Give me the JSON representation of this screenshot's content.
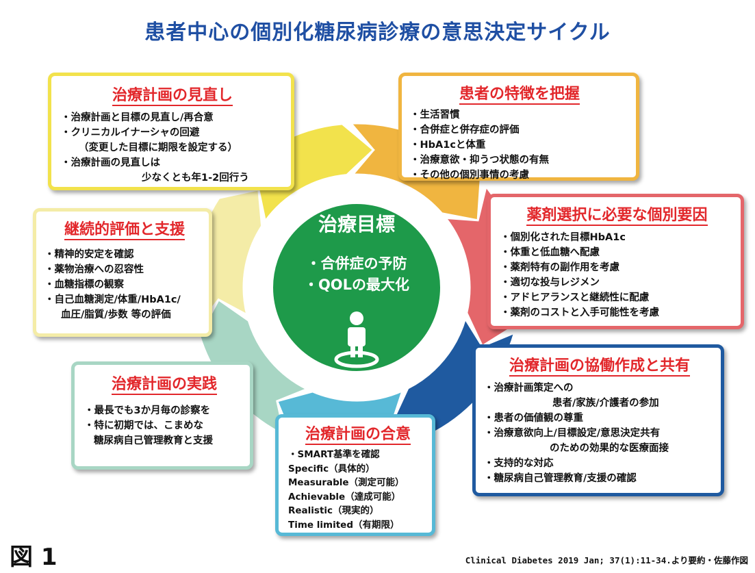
{
  "title": "患者中心の個別化糖尿病診療の意思決定サイクル",
  "center": {
    "heading": "治療目標",
    "items": [
      "・合併症の予防",
      "・QOLの最大化"
    ]
  },
  "boxes": {
    "review": {
      "heading": "治療計画の見直し",
      "items": [
        "・治療計画と目標の見直し/再合意",
        "・クリニカルイナーシャの回避",
        "（変更した目標に期限を設定する）",
        "・治療計画の見直しは",
        "少なくとも年1-2回行う"
      ]
    },
    "patient": {
      "heading": "患者の特徴を把握",
      "items": [
        "・生活習慣",
        "・合併症と併存症の評価",
        "・HbA1cと体重",
        "・治療意欲・抑うつ状態の有無",
        "・その他の個別事情の考慮"
      ]
    },
    "drug": {
      "heading": "薬剤選択に必要な個別要因",
      "items": [
        "・個別化された目標HbA1c",
        "・体重と低血糖へ配慮",
        "・薬剤特有の副作用を考慮",
        "・適切な投与レジメン",
        "・アドヒアランスと継続性に配慮",
        "・薬剤のコストと入手可能性を考慮"
      ]
    },
    "collab": {
      "heading": "治療計画の協働作成と共有",
      "items": [
        "・治療計画策定への",
        "患者/家族/介護者の参加",
        "・患者の価値観の尊重",
        "・治療意欲向上/目標設定/意思決定共有",
        "のための効果的な医療面接",
        "・支持的な対応",
        "・糖尿病自己管理教育/支援の確認"
      ]
    },
    "agree": {
      "heading": "治療計画の合意",
      "items": [
        "・SMART基準を確認",
        "Specific（具体的）",
        "Measurable（測定可能）",
        "Achievable（達成可能）",
        "Realistic（現実的）",
        "Time limited（有期限）"
      ]
    },
    "practice": {
      "heading": "治療計画の実践",
      "items": [
        "・最長でも3か月毎の診察を",
        "・特に初期では、こまめな",
        "糖尿病自己管理教育と支援"
      ]
    },
    "eval": {
      "heading": "継続的評価と支援",
      "items": [
        "・精神的安定を確認",
        "・薬物治療への忍容性",
        "・血糖指標の観察",
        "・自己血糖測定/体重/HbA1c/",
        "血圧/脂質/歩数 等の評価"
      ]
    }
  },
  "footer": {
    "figure": "図 1",
    "source": "Clinical Diabetes 2019 Jan; 37(1):11-34.より要約・佐藤作図"
  },
  "colors": {
    "title": "#1f4fa3",
    "heading": "#e2272b",
    "center_green": "#1e9a4a",
    "review": "#f2e24c",
    "patient": "#f0b540",
    "drug": "#e4666a",
    "collab": "#1f5aa0",
    "agree": "#57b9d6",
    "practice": "#a8d6c4",
    "eval": "#f4eca7"
  }
}
